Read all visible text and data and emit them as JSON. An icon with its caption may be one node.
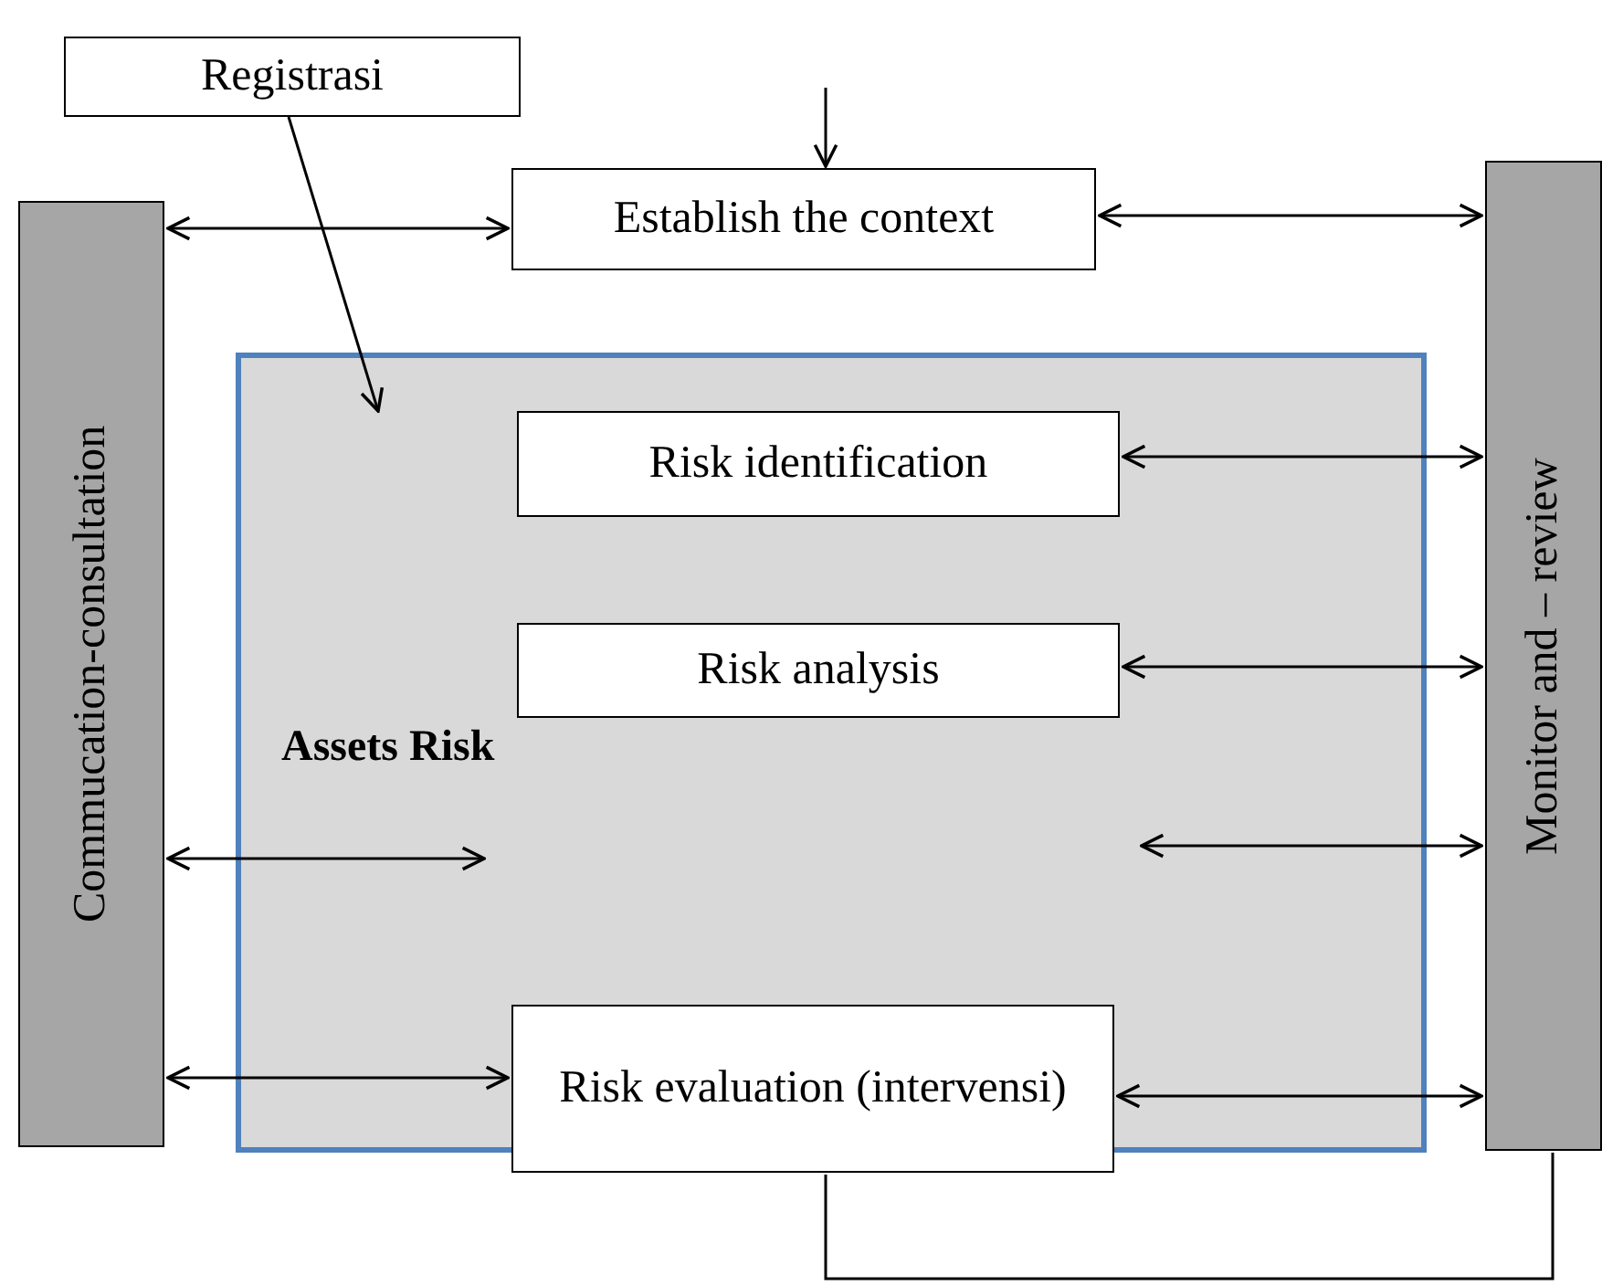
{
  "diagram": {
    "nodes": [
      {
        "text": [
          "Registrasi"
        ]
      },
      {
        "text": [
          "Establish the context"
        ]
      },
      {
        "text": [
          "Commucation-consultation"
        ]
      },
      {
        "text": [
          "Monitor and – review"
        ]
      },
      {
        "text": [
          "Assets Risk"
        ]
      },
      {
        "text": [
          "Risk identification"
        ],
        "in": 4
      },
      {
        "text": [
          "Risk analysis"
        ],
        "in": 4
      },
      {
        "text": [
          "Risk evaluation (intervensi)"
        ]
      }
    ],
    "edges": [
      {
        "from": null,
        "to": 1,
        "arrow": "to"
      },
      {
        "from": 0,
        "to": 4,
        "arrow": "to"
      },
      {
        "from": 2,
        "to": 1,
        "arrow": "both"
      },
      {
        "from": 1,
        "to": 3,
        "arrow": "both"
      },
      {
        "from": 5,
        "to": 3,
        "arrow": "both"
      },
      {
        "from": 6,
        "to": 3,
        "arrow": "both"
      },
      {
        "from": null,
        "to": 3,
        "arrow": "both"
      },
      {
        "from": 7,
        "to": 3,
        "arrow": "both"
      },
      {
        "from": 2,
        "to": null,
        "arrow": "both"
      },
      {
        "from": 2,
        "to": 7,
        "arrow": "both"
      },
      {
        "from": 7,
        "to": 3,
        "arrow": "none"
      }
    ]
  }
}
